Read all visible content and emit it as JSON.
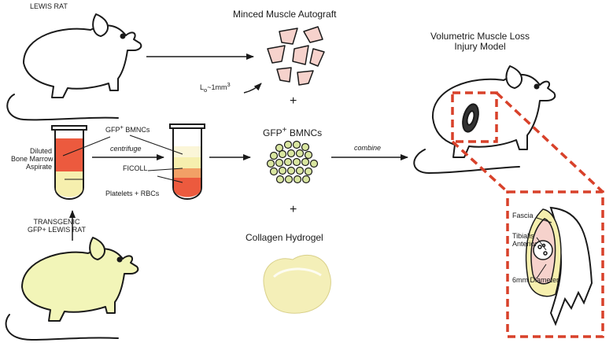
{
  "labels": {
    "lewis_rat": "LEWIS RAT",
    "transgenic_line1": "TRANSGENIC",
    "transgenic_line2": "GFP+ LEWIS RAT",
    "minced_autograft": "Minced Muscle Autograft",
    "l0_prefix": "L",
    "l0_sub": "o",
    "l0_value": "~1mm",
    "l0_sup": "3",
    "plus": "+",
    "aspirate_line1": "Diluted",
    "aspirate_line2": "Bone Marrow",
    "aspirate_line3": "Aspirate",
    "centrifuge": "centrifuge",
    "gfp_bmncs_small_prefix": "GFP",
    "gfp_bmncs_small_sup": "+",
    "gfp_bmncs_small_suffix": " BMNCs",
    "ficoll": "FICOLL",
    "platelets_rbcs": "Platelets + RBCs",
    "gfp_bmncs_prefix": "GFP",
    "gfp_bmncs_sup": "+",
    "gfp_bmncs_suffix": " BMNCs",
    "combine": "combine",
    "collagen_hydrogel": "Collagen Hydrogel",
    "vml_line1": "Volumetric Muscle Loss",
    "vml_line2": "Injury Model",
    "fascia": "Fascia",
    "tibialis_line1": "Tibialis",
    "tibialis_line2": "Anterior",
    "diameter": "6mm Diameter"
  },
  "colors": {
    "rat_gfp": "#f2f5b8",
    "muscle_pink": "#f6d2cc",
    "tube_red": "#ec5a3e",
    "tube_yellow": "#f6efae",
    "bead_green": "#d9e6a0",
    "hydrogel": "#f4efb8",
    "dash_red": "#d8412a"
  }
}
